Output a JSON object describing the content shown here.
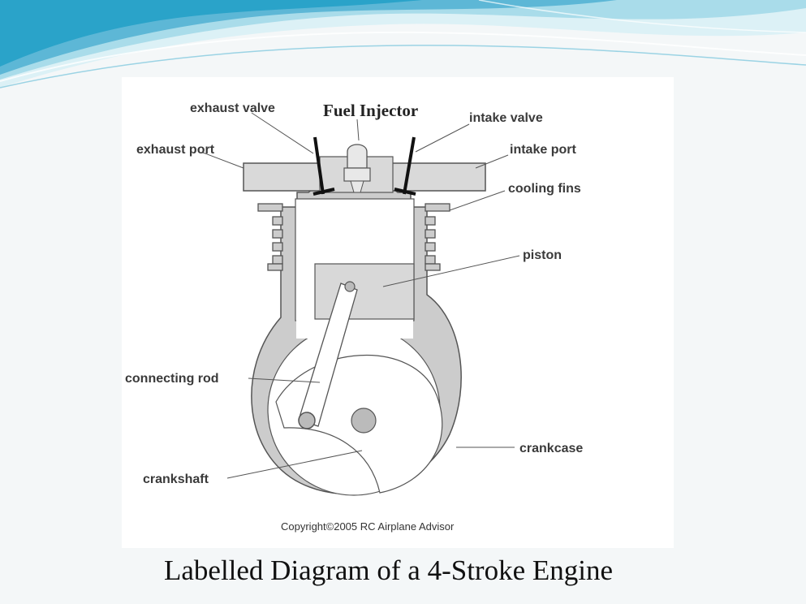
{
  "diagram": {
    "labels": {
      "exhaust_valve": "exhaust valve",
      "fuel_injector": "Fuel Injector",
      "intake_valve": "intake valve",
      "exhaust_port": "exhaust port",
      "intake_port": "intake port",
      "cooling_fins": "cooling fins",
      "piston": "piston",
      "connecting_rod": "connecting rod",
      "crankcase": "crankcase",
      "crankshaft": "crankshaft"
    },
    "copyright": "Copyright©2005 RC Airplane Advisor"
  },
  "caption": "Labelled Diagram of a 4-Stroke Engine",
  "colors": {
    "background": "#f4f7f8",
    "header_wave_light": "#cfeaf1",
    "header_wave_mid": "#7fc6dc",
    "header_wave_dark": "#2aa3c9",
    "engine_body": "#cccccc",
    "engine_outline": "#555555",
    "piston": "#d8d8d8"
  }
}
